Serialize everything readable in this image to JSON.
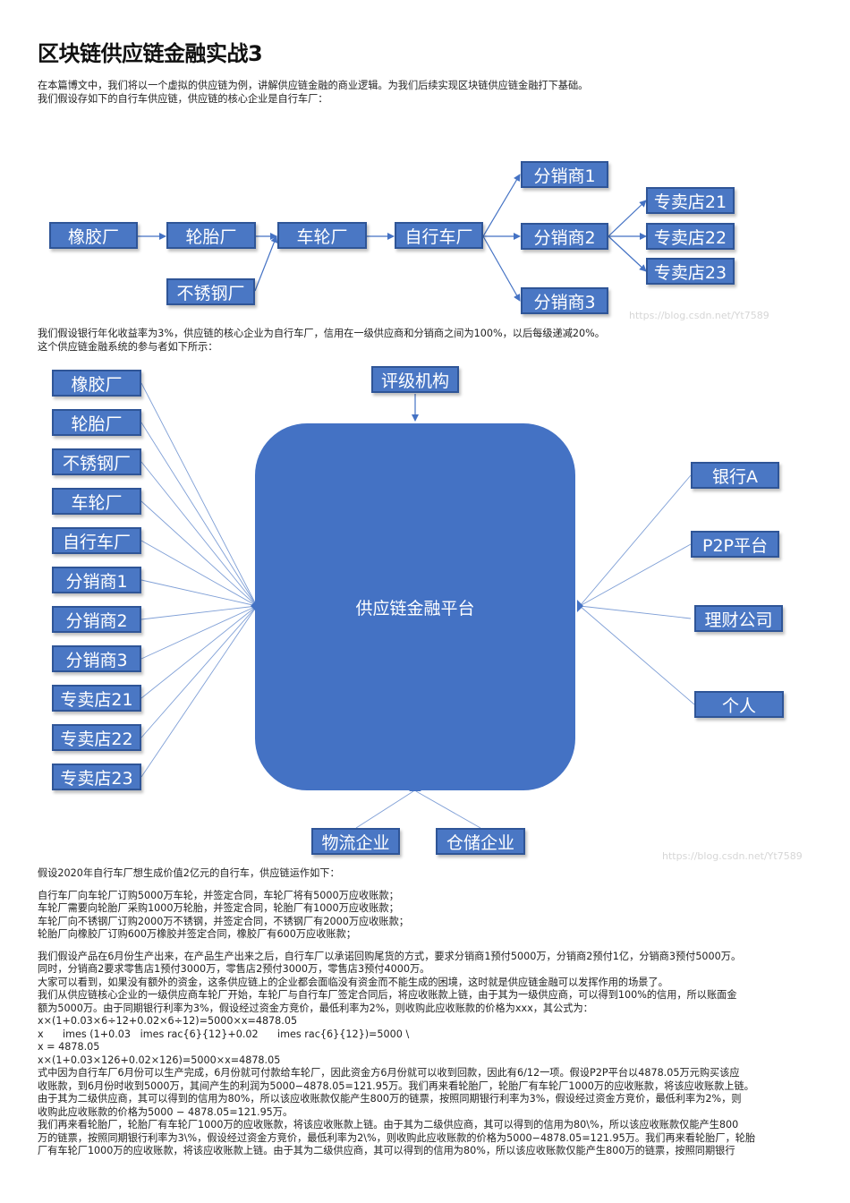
{
  "title": "区块链供应链金融实战3",
  "intro": [
    "在本篇博文中，我们将以一个虚拟的供应链为例，讲解供应链金融的商业逻辑。为我们后续实现区块链供应链金融打下基础。",
    "我们假设存如下的自行车供应链，供应链的核心企业是自行车厂："
  ],
  "chain_diagram": {
    "nodes": {
      "rubber": "橡胶厂",
      "tire": "轮胎厂",
      "steel": "不锈钢厂",
      "wheel": "车轮厂",
      "bike": "自行车厂",
      "dist1": "分销商1",
      "dist2": "分销商2",
      "dist3": "分销商3",
      "shop21": "专卖店21",
      "shop22": "专卖店22",
      "shop23": "专卖店23"
    },
    "watermark": "https://blog.csdn.net/Yt7589"
  },
  "mid_text": [
    "我们假设银行年化收益率为3%，供应链的核心企业为自行车厂，信用在一级供应商和分销商之间为100%，以后每级递减20%。",
    "这个供应链金融系统的参与者如下所示："
  ],
  "platform_diagram": {
    "center": "供应链金融平台",
    "rating": "评级机构",
    "left": [
      "橡胶厂",
      "轮胎厂",
      "不锈钢厂",
      "车轮厂",
      "自行车厂",
      "分销商1",
      "分销商2",
      "分销商3",
      "专卖店21",
      "专卖店22",
      "专卖店23"
    ],
    "right": [
      "银行A",
      "P2P平台",
      "理财公司",
      "个人"
    ],
    "bottom": [
      "物流企业",
      "仓储企业"
    ],
    "watermark": "https://blog.csdn.net/Yt7589"
  },
  "body_text": {
    "p1": "假设2020年自行车厂想生成价值2亿元的自行车，供应链运作如下：",
    "list": [
      "自行车厂向车轮厂订购5000万车轮，并签定合同，车轮厂将有5000万应收账款；",
      "车轮厂需要向轮胎厂采购1000万轮胎，并签定合同，轮胎厂有1000万应收账款；",
      "车轮厂向不锈钢厂订购2000万不锈钢，并签定合同，不锈钢厂有2000万应收账款；",
      "轮胎厂向橡胶厂订购600万橡胶并签定合同，橡胶厂有600万应收账款；"
    ],
    "lines": [
      "我们假设产品在6月份生产出来，在产品生产出来之后，自行车厂以承诺回购尾货的方式，要求分销商1预付5000万，分销商2预付1亿，分销商3预付5000万。",
      "同时，分销商2要求零售店1预付3000万，零售店2预付3000万，零售店3预付4000万。",
      "大家可以看到，如果没有额外的资金，这条供应链上的企业都会面临没有资金而不能生成的困境，这时就是供应链金融可以发挥作用的场景了。",
      "我们从供应链核心企业的一级供应商车轮厂开始，车轮厂与自行车厂签定合同后，将应收账款上链，由于其为一级供应商，可以得到100%的信用，所以账面金",
      "额为5000万。由于同期银行利率为3%，假设经过资金方竞价，最低利率为2%，则收购此应收账款的价格为xxx，其公式为：",
      "x×(1+0.03×6÷12+0.02×6÷12)=5000×x=4878.05",
      "x      imes (1+0.03   imes rac{6}{12}+0.02      imes rac{6}{12})=5000 \\",
      "x = 4878.05",
      "x×(1+0.03×126+0.02×126)=5000×x=4878.05",
      "式中因为自行车厂6月份可以生产完成，6月份就可付款给车轮厂，因此资金方6月份就可以收到回款，因此有6/12一项。假设P2P平台以4878.05万元购买该应",
      "收账款，到6月份时收到5000万，其间产生的利润为5000−4878.05=121.95万。我们再来看轮胎厂，轮胎厂有车轮厂1000万的应收账款，将该应收账款上链。",
      "由于其为二级供应商，其可以得到的信用为80%，所以该应收账款仅能产生800万的链票，按照同期银行利率为3%，假设经过资金方竞价，最低利率为2%，则",
      "收购此应收账款的价格为5000 − 4878.05=121.95万。",
      "我们再来看轮胎厂，轮胎厂有车轮厂1000万的应收账款，将该应收账款上链。由于其为二级供应商，其可以得到的信用为80\\%，所以该应收账款仅能产生800",
      "万的链票，按照同期银行利率为3\\%，假设经过资金方竞价，最低利率为2\\%，则收购此应收账款的价格为5000−4878.05=121.95万。我们再来看轮胎厂，轮胎",
      "厂有车轮厂1000万的应收账款，将该应收账款上链。由于其为二级供应商，其可以得到的信用为80%，所以该应收账款仅能产生800万的链票，按照同期银行"
    ]
  },
  "colors": {
    "box_fill": "#4a77c4",
    "box_border": "#2f5597",
    "line": "#4472c4"
  }
}
